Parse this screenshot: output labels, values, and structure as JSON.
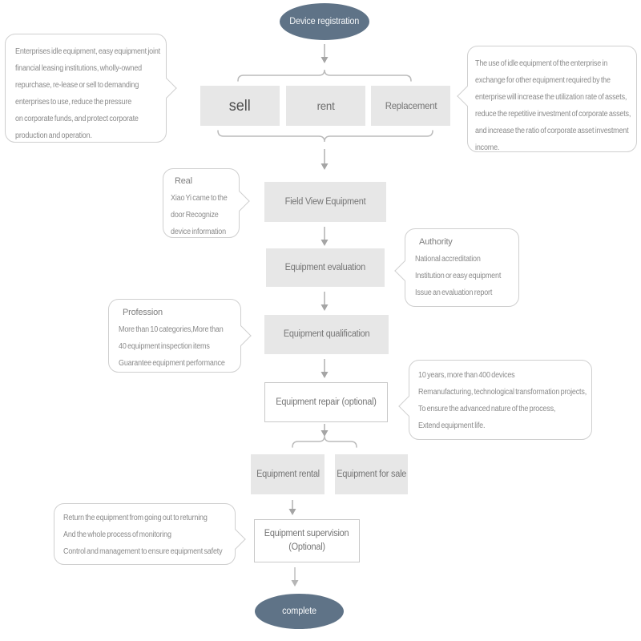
{
  "terminals": {
    "start": "Device registration",
    "end": "complete"
  },
  "branches": {
    "sell": "sell",
    "rent": "rent",
    "replacement": "Replacement"
  },
  "steps": {
    "field_view": "Field View Equipment",
    "evaluation": "Equipment evaluation",
    "qualification": "Equipment qualification",
    "repair": "Equipment repair (optional)",
    "rental": "Equipment  rental",
    "for_sale": "Equipment for sale",
    "supervision_line1": "Equipment supervision",
    "supervision_line2": "(Optional)"
  },
  "callouts": {
    "sell_note": {
      "lines": [
        "Enterprises idle equipment, easy equipment joint",
        "financial leasing institutions, wholly-owned",
        "repurchase, re-lease or sell to demanding",
        "enterprises to use, reduce the pressure",
        "on corporate funds, and protect corporate",
        "production and operation."
      ]
    },
    "replacement_note": {
      "lines": [
        "The use of idle equipment of the enterprise in",
        "exchange for other equipment required by the",
        "enterprise will increase the utilization rate of assets,",
        "reduce the repetitive investment of corporate assets,",
        "and increase the ratio of corporate asset investment",
        "income."
      ]
    },
    "real": {
      "title": "Real",
      "lines": [
        "Xiao Yi came to the",
        "door  Recognize",
        "device information"
      ]
    },
    "authority": {
      "title": "Authority",
      "lines": [
        "National accreditation",
        "Institution or easy equipment",
        "Issue an evaluation report"
      ]
    },
    "profession": {
      "title": "Profession",
      "lines": [
        "More than 10 categories,More than",
        "40  equipment inspection items",
        "Guarantee equipment performance"
      ]
    },
    "repair_note": {
      "lines": [
        "10 years, more than 400 devices",
        "Remanufacturing, technological transformation projects,",
        "To ensure the advanced nature of the process,",
        "Extend equipment life."
      ]
    },
    "supervision_note": {
      "lines": [
        "Return the equipment from going out to returning",
        "And the whole process of monitoring",
        "Control and management to ensure equipment safety"
      ]
    }
  },
  "colors": {
    "terminal_fill": "#5f7387",
    "box_fill": "#e7e7e7",
    "bubble_border": "#cfcfcf",
    "connector": "#a5a5a5",
    "brace": "#bbbbbb",
    "text": "#8a8a8a"
  }
}
